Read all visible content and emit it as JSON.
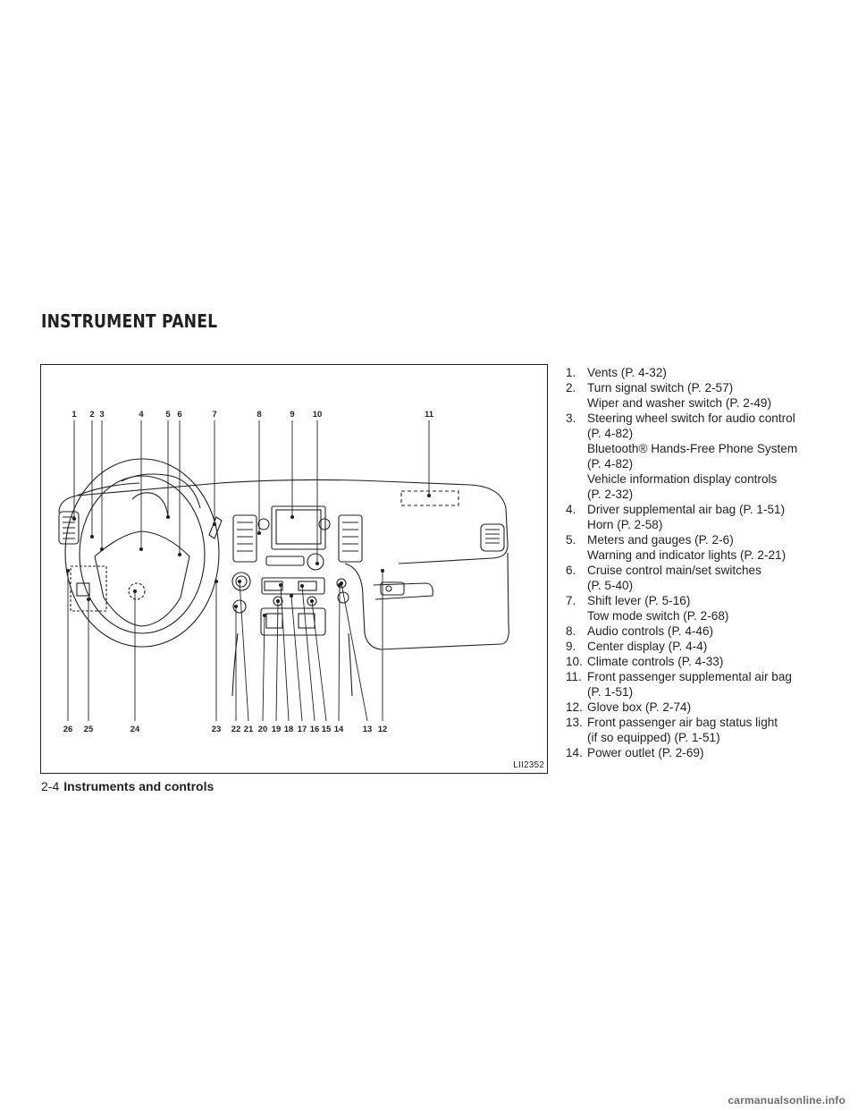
{
  "section_title": "INSTRUMENT PANEL",
  "figure": {
    "code": "LII2352",
    "top_callouts": [
      "1",
      "2",
      "3",
      "4",
      "5",
      "6",
      "7",
      "8",
      "9",
      "10",
      "11"
    ],
    "bottom_callouts": [
      "26",
      "25",
      "24",
      "23",
      "22",
      "21",
      "20",
      "19",
      "18",
      "17",
      "16",
      "15",
      "14",
      "13",
      "12"
    ]
  },
  "items": [
    {
      "num": "1.",
      "lines": [
        "Vents (P. 4-32)"
      ]
    },
    {
      "num": "2.",
      "lines": [
        "Turn signal switch (P. 2-57)",
        "Wiper and washer switch (P. 2-49)"
      ]
    },
    {
      "num": "3.",
      "lines": [
        "Steering wheel switch for audio control",
        "(P. 4-82)",
        "Bluetooth® Hands-Free Phone System",
        "(P. 4-82)",
        "Vehicle information display controls",
        "(P. 2-32)"
      ]
    },
    {
      "num": "4.",
      "lines": [
        "Driver supplemental air bag (P. 1-51)",
        "Horn (P. 2-58)"
      ]
    },
    {
      "num": "5.",
      "lines": [
        "Meters and gauges (P. 2-6)",
        "Warning and indicator lights (P. 2-21)"
      ]
    },
    {
      "num": "6.",
      "lines": [
        "Cruise control main/set switches",
        "(P. 5-40)"
      ]
    },
    {
      "num": "7.",
      "lines": [
        "Shift lever (P. 5-16)",
        "Tow mode switch (P. 2-68)"
      ]
    },
    {
      "num": "8.",
      "lines": [
        "Audio controls (P. 4-46)"
      ]
    },
    {
      "num": "9.",
      "lines": [
        "Center display (P. 4-4)"
      ]
    },
    {
      "num": "10.",
      "lines": [
        "Climate controls (P. 4-33)"
      ]
    },
    {
      "num": "11.",
      "lines": [
        "Front passenger supplemental air bag",
        "(P. 1-51)"
      ]
    },
    {
      "num": "12.",
      "lines": [
        "Glove box (P. 2-74)"
      ]
    },
    {
      "num": "13.",
      "lines": [
        "Front passenger air bag status light",
        "(if so equipped) (P. 1-51)"
      ]
    },
    {
      "num": "14.",
      "lines": [
        "Power outlet (P. 2-69)"
      ]
    }
  ],
  "footer": {
    "page": "2-4",
    "chapter": "Instruments and controls"
  },
  "watermark": "carmanualsonline.info"
}
